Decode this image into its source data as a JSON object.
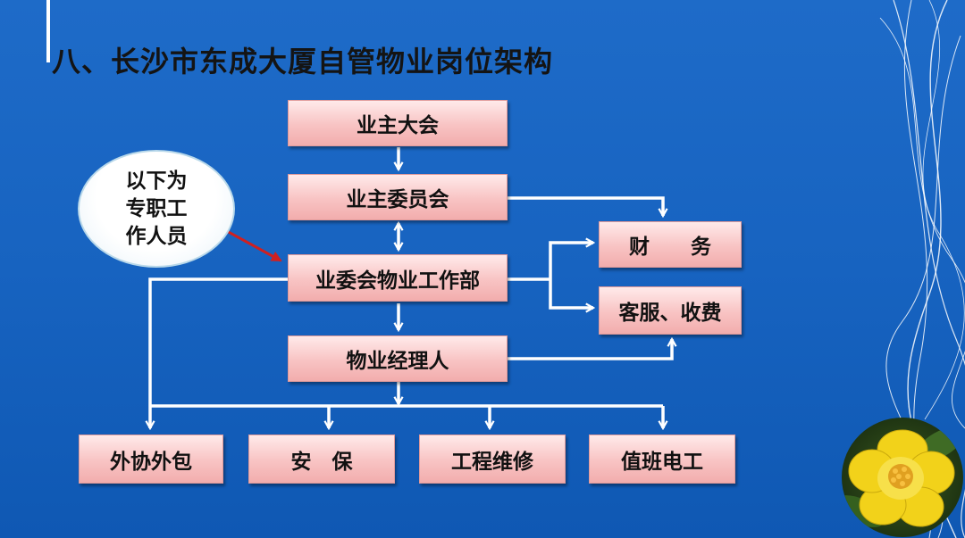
{
  "title": "八、长沙市东成大厦自管物业岗位架构",
  "callout": {
    "lines": [
      "以下为",
      "专职工",
      "作人员"
    ]
  },
  "nodes": {
    "owners_assembly": "业主大会",
    "owners_committee": "业主委员会",
    "work_department": "业委会物业工作部",
    "property_manager": "物业经理人",
    "finance": "财　　务",
    "customer_service": "客服、收费",
    "outsourcing": "外协外包",
    "security": "安　保",
    "engineering": "工程维修",
    "electrician": "值班电工"
  },
  "colors": {
    "background": "#1763c0",
    "box_fill": "#f8c3c3",
    "arrow": "#ffffff",
    "callout_arrow": "#d02020"
  }
}
